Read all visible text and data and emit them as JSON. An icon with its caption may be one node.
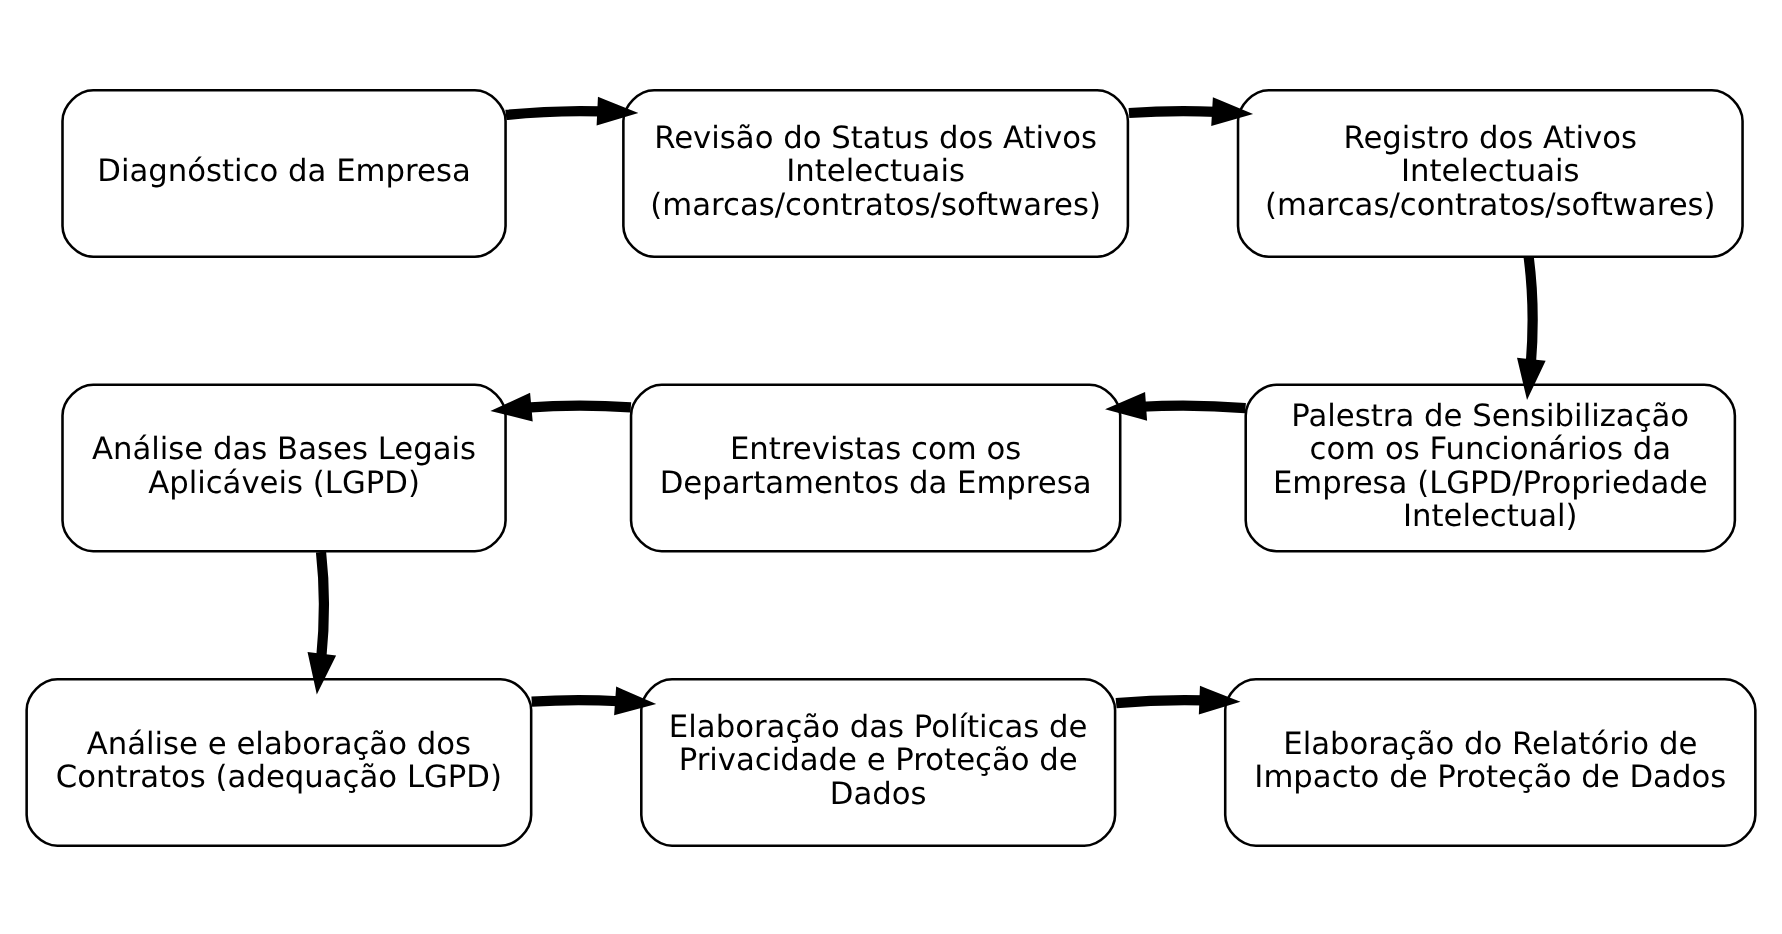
{
  "diagram": {
    "nodes": [
      {
        "text": [
          "Diagnóstico da Empresa"
        ]
      },
      {
        "text": [
          "Revisão do Status dos Ativos Intelectuais (marcas/contratos/softwares)"
        ]
      },
      {
        "text": [
          "Registro dos Ativos Intelectuais (marcas/contratos/softwares)"
        ]
      },
      {
        "text": [
          "Palestra de Sensibilização com os Funcionários da Empresa (LGPD/Propriedade Intelectual)"
        ]
      },
      {
        "text": [
          "Entrevistas com os Departamentos da Empresa"
        ]
      },
      {
        "text": [
          "Análise das Bases Legais Aplicáveis (LGPD)"
        ]
      },
      {
        "text": [
          "Análise e elaboração dos Contratos (adequação LGPD)"
        ]
      },
      {
        "text": [
          "Elaboração das Políticas de Privacidade e Proteção de Dados"
        ]
      },
      {
        "text": [
          "Elaboração do Relatório de Impacto de Proteção de Dados"
        ]
      }
    ],
    "edges": [
      {
        "from": 0,
        "to": 1,
        "arrow": "to"
      },
      {
        "from": 1,
        "to": 2,
        "arrow": "to"
      },
      {
        "from": 2,
        "to": 3,
        "arrow": "to"
      },
      {
        "from": 3,
        "to": 4,
        "arrow": "to"
      },
      {
        "from": 4,
        "to": 5,
        "arrow": "to"
      },
      {
        "from": 5,
        "to": 6,
        "arrow": "to"
      },
      {
        "from": 6,
        "to": 7,
        "arrow": "to"
      },
      {
        "from": 7,
        "to": 8,
        "arrow": "to"
      }
    ]
  }
}
